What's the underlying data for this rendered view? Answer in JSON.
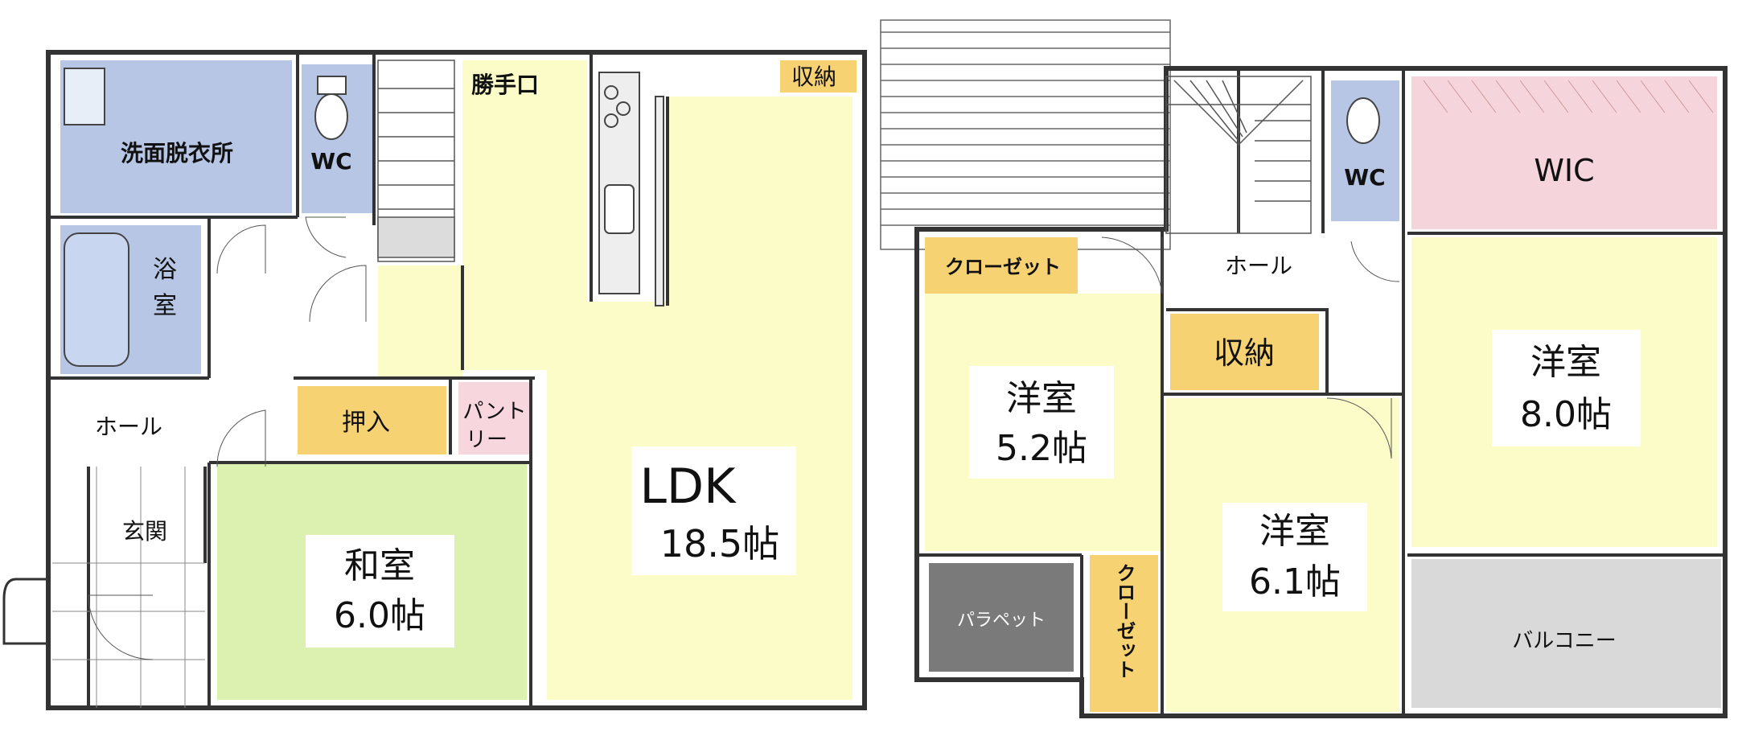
{
  "colors": {
    "wet_area": "#b8c6e6",
    "ldk": "#fbfcc8",
    "tatami": "#dcf0b0",
    "storage": "#f7d273",
    "pantry": "#f8d6de",
    "wic": "#f6d4dc",
    "balcony": "#d9d9d9",
    "parapet": "#7a7a7a",
    "label_box": "#ffffff"
  },
  "floor1": {
    "rooms": {
      "senmen": "洗面脱衣所",
      "wc": "WC",
      "yokushitsu_1": "浴",
      "yokushitsu_2": "室",
      "hall": "ホール",
      "genkan": "玄関",
      "oshiire": "押入",
      "pantry_1": "パント",
      "pantry_2": "リー",
      "washitsu": "和室",
      "washitsu_size": "6.0帖",
      "ldk": "LDK",
      "ldk_size": "18.5帖",
      "katteguchi": "勝手口",
      "shuno": "収納"
    }
  },
  "floor2": {
    "rooms": {
      "closet_top": "クローゼット",
      "hall": "ホール",
      "wc": "WC",
      "wic": "WIC",
      "shuno": "収納",
      "yoshitsu_a": "洋室",
      "yoshitsu_a_size": "5.2帖",
      "yoshitsu_b": "洋室",
      "yoshitsu_b_size": "8.0帖",
      "yoshitsu_c": "洋室",
      "yoshitsu_c_size": "6.1帖",
      "closet_side": "クローゼット",
      "parapet": "パラペット",
      "balcony": "バルコニー"
    }
  }
}
